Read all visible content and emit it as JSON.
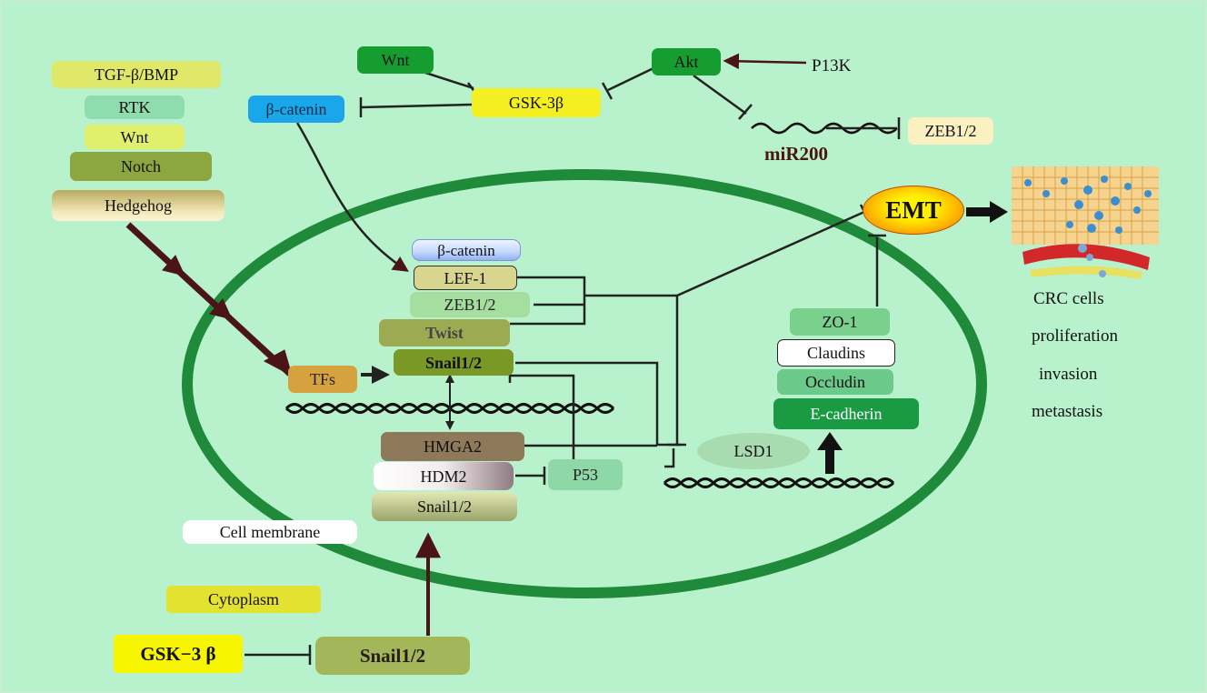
{
  "signals": {
    "tgf_bmp": "TGF-β/BMP",
    "rtk": "RTK",
    "wnt": "Wnt",
    "notch": "Notch",
    "hedgehog": "Hedgehog"
  },
  "cytoplasm_top": {
    "wnt": "Wnt",
    "gsk3b": "GSK-3β",
    "akt": "Akt",
    "p13k": "P13K",
    "beta_catenin": "β-catenin",
    "mir200": "miR200",
    "zeb12": "ZEB1/2"
  },
  "nucleus": {
    "beta_catenin": "β-catenin",
    "lef1": "LEF-1",
    "zeb12": "ZEB1/2",
    "twist": "Twist",
    "snail12": "Snail1/2",
    "tfs": "TFs",
    "hmga2": "HMGA2",
    "hdm2": "HDM2",
    "snail12_lower": "Snail1/2",
    "p53": "P53",
    "lsd1": "LSD1",
    "zo1": "ZO-1",
    "claudins": "Claudins",
    "occludin": "Occludin",
    "ecadherin": "E-cadherin"
  },
  "emt": "EMT",
  "outcomes": [
    "CRC cells",
    "proliferation",
    "invasion",
    "metastasis"
  ],
  "legend": {
    "cell_membrane": "Cell membrane",
    "cytoplasm": "Cytoplasm"
  },
  "bottom": {
    "gsk3b": "GSK−3 β",
    "snail12": "Snail1/2"
  },
  "colors": {
    "background": "#b8f2cc",
    "membrane": "#1f8a3a",
    "arrow": "#4a1418",
    "emt": "#ffc400"
  }
}
